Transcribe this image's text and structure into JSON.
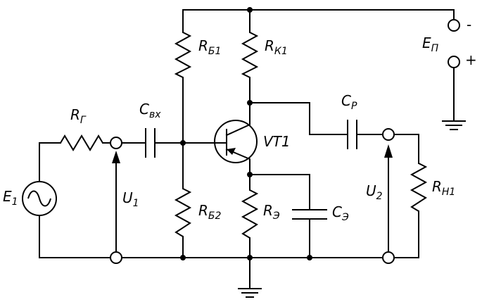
{
  "labels": {
    "rg": {
      "main": "R",
      "sub": "Г"
    },
    "cin": {
      "main": "C",
      "sub": "вх"
    },
    "rb1": {
      "main": "R",
      "sub": "Б1"
    },
    "rk1": {
      "main": "R",
      "sub": "К1"
    },
    "ep": {
      "main": "E",
      "sub": "П"
    },
    "cp": {
      "main": "C",
      "sub": "Р"
    },
    "vt": "VT1",
    "e1": {
      "main": "E",
      "sub": "1"
    },
    "u1": {
      "main": "U",
      "sub": "1"
    },
    "rb2": {
      "main": "R",
      "sub": "Б2"
    },
    "re": {
      "main": "R",
      "sub": "Э"
    },
    "ce": {
      "main": "C",
      "sub": "Э"
    },
    "u2": {
      "main": "U",
      "sub": "2"
    },
    "rn1": {
      "main": "R",
      "sub": "Н1"
    },
    "minus": "-",
    "plus": "+"
  }
}
